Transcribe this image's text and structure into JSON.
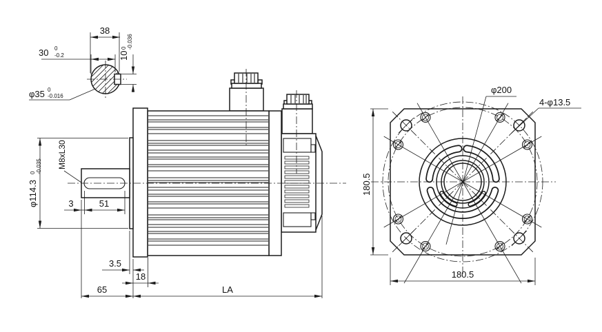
{
  "drawing": {
    "section_view": {
      "width_dim": "38",
      "flat_dim": "30",
      "flat_tol_sup": "0",
      "flat_tol_sub": "-0.2",
      "key_dim": "10",
      "key_tol_sup": "0",
      "key_tol_sub": "-0.036",
      "shaft_dia": "φ35",
      "shaft_tol_sup": "0",
      "shaft_tol_sub": "-0.016"
    },
    "side_view": {
      "tap_label": "M8xL30",
      "key_offset": "3",
      "key_length": "51",
      "spigot_dia": "φ114.3",
      "spigot_tol_sup": "0",
      "spigot_tol_sub": "-0.035",
      "spigot_depth": "3.5",
      "flange_thickness": "18",
      "shaft_length": "65",
      "body_length": "LA"
    },
    "front_view": {
      "bolt_circle": "φ200",
      "mount_holes": "4-φ13.5",
      "flange_height": "180.5",
      "flange_width": "180.5"
    }
  }
}
